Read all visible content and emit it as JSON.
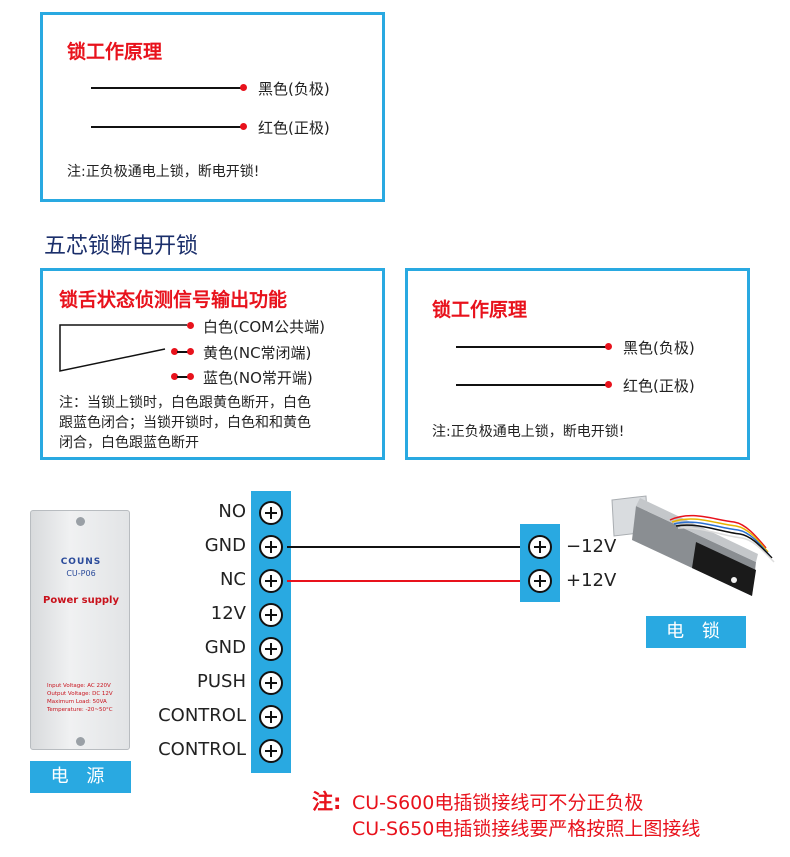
{
  "box1": {
    "title": "锁工作原理",
    "wire_black": "黑色(负极)",
    "wire_red": "红色(正极)",
    "note": "注:正负极通电上锁，断电开锁!"
  },
  "section_title": "五芯锁断电开锁",
  "box2": {
    "title": "锁舌状态侦测信号输出功能",
    "wire_white": "白色(COM公共端)",
    "wire_yellow": "黄色(NC常闭端)",
    "wire_blue": "蓝色(NO常开端)",
    "note_lines": [
      "注：当锁上锁时，白色跟黄色断开，白色",
      "跟蓝色闭合；当锁开锁时，白色和和黄色",
      "闭合，白色跟蓝色断开"
    ]
  },
  "box3": {
    "title": "锁工作原理",
    "wire_black": "黑色(负极)",
    "wire_red": "红色(正极)",
    "note": "注:正负极通电上锁，断电开锁!"
  },
  "power_supply": {
    "brand": "COUNS",
    "model": "CU-P06",
    "label": "Power supply",
    "specs": [
      "Input Voltage: AC 220V",
      "Output Voltage: DC 12V",
      "Maximum Load: 50VA",
      "Temperature: -20~50°C"
    ],
    "tag": "电 源"
  },
  "terminals": [
    "NO",
    "GND",
    "NC",
    "12V",
    "GND",
    "PUSH",
    "CONTROL",
    "CONTROL"
  ],
  "lock_terminals": [
    "−12V",
    "+12V"
  ],
  "lock_tag": "电 锁",
  "bottom_note": {
    "prefix": "注:",
    "line1": "CU-S600电插锁接线可不分正负极",
    "line2": "CU-S650电插锁接线要严格按照上图接线"
  },
  "colors": {
    "accent_blue": "#29a9e1",
    "title_red": "#e8121c",
    "wire_red": "#e8121c",
    "wire_black": "#111111"
  }
}
